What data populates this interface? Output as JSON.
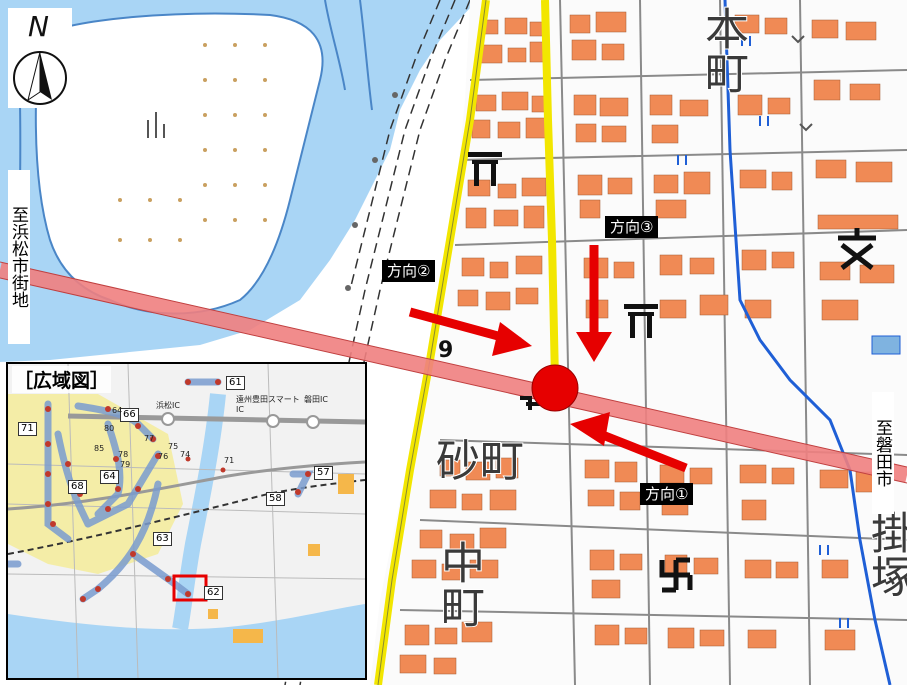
{
  "compass": {
    "letter": "N"
  },
  "directions": [
    {
      "label": "方向①"
    },
    {
      "label": "方向②"
    },
    {
      "label": "方向③"
    }
  ],
  "destinations": {
    "west": "至浜松市街地",
    "east": "至磐田市"
  },
  "route_number": "9",
  "district_labels": {
    "sunamachi": "砂町",
    "nakamachi": "中町",
    "honmachi": "本町",
    "kakezuka": "掛塚"
  },
  "inset": {
    "title": "［広域図］",
    "route_numbers": [
      "61",
      "66",
      "71",
      "64",
      "68",
      "63",
      "57",
      "58",
      "62"
    ],
    "ic_labels": [
      "浜松IC",
      "遠州豊田スマートIC",
      "磐田IC"
    ],
    "small_numbers": [
      "64",
      "76",
      "77",
      "78",
      "79",
      "80",
      "85",
      "74",
      "71",
      "75"
    ]
  },
  "colors": {
    "river": "#a9d5f5",
    "river_edge": "#4a86c7",
    "highway_band": "#f08080",
    "road_yellow": "#f2e600",
    "building": "#f08a55",
    "marker": "#e60000",
    "arrow": "#e60000",
    "water_line": "#1f5fd6"
  },
  "icons": [
    "north-arrow-icon",
    "shrine-icon",
    "temple-icon",
    "school-icon",
    "paddy-field-icon",
    "police-box-icon"
  ]
}
